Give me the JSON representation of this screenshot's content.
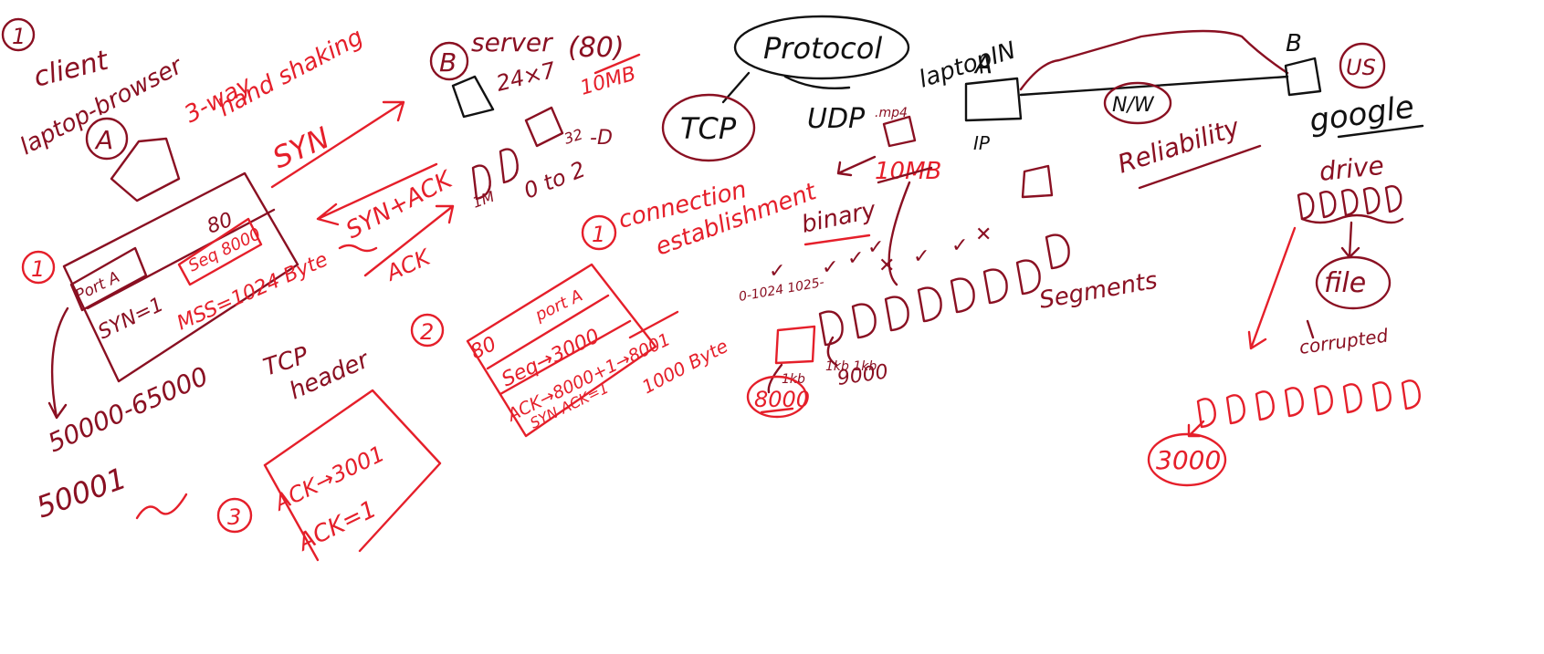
{
  "colors": {
    "red": "#e51f2a",
    "maroon": "#8a1022",
    "black": "#111111",
    "background": "#ffffff"
  },
  "left": {
    "step1_marker": "1",
    "client": "client",
    "laptop_browser": "laptop-browser",
    "node_a": "A",
    "three_way": "3-way",
    "handshaking": "hand shaking",
    "syn": "SYN",
    "syn_ack": "SYN+ACK",
    "ack": "ACK",
    "step1b": "1",
    "step2": "2",
    "step3": "3",
    "pkt1_port": "Port A",
    "pkt1_dest": "80",
    "pkt1_seq": "Seq 8000",
    "pkt1_syn": "SYN=1",
    "pkt1_mss": "MSS=1024 Byte",
    "port_range": "50000-65000",
    "port_example": "50001",
    "tcp": "TCP",
    "header": "header",
    "pkt2_dest": "80",
    "pkt2_port": "port A",
    "pkt2_seq": "Seq→3000",
    "pkt2_ack": "ACK→8000+1→8001",
    "pkt2_synack": "SYN ACK=1",
    "byte_1000": "1000 Byte",
    "pkt3_ack": "ACK→3001",
    "pkt3_flag": "ACK=1",
    "node_b": "B",
    "server": "server",
    "uptime": "24×7",
    "port80": "(80)",
    "size_10mb": "10MB",
    "seg_1m": "1M",
    "range_0_2": "0 to 2",
    "exp_32": "32",
    "arrow_d": "-D"
  },
  "middle": {
    "conn_num": "1",
    "connection": "connection",
    "establishment": "establishment",
    "protocol": "Protocol",
    "tcp": "TCP",
    "udp": "UDP",
    "laptop_in": "laptopIN",
    "mp4": ".mp4",
    "size_10mb": "10MB",
    "binary": "binary",
    "range_text": "0-1024 1025-",
    "kb1": "1kb",
    "kb2": "1kb 1kb",
    "seq8000": "8000",
    "seq9000": "9000",
    "marks": [
      "✓",
      "✓",
      "✓",
      "✓",
      "✕",
      "✓",
      "✓",
      "✕"
    ],
    "segments": "Segments",
    "node_a": "A",
    "ip": "IP",
    "nw": "N/W",
    "reliability": "Reliability",
    "node_b": "B",
    "us": "US"
  },
  "right": {
    "google": "google",
    "drive": "drive",
    "file": "file",
    "corrupted": "corrupted",
    "seq3000": "3000"
  }
}
